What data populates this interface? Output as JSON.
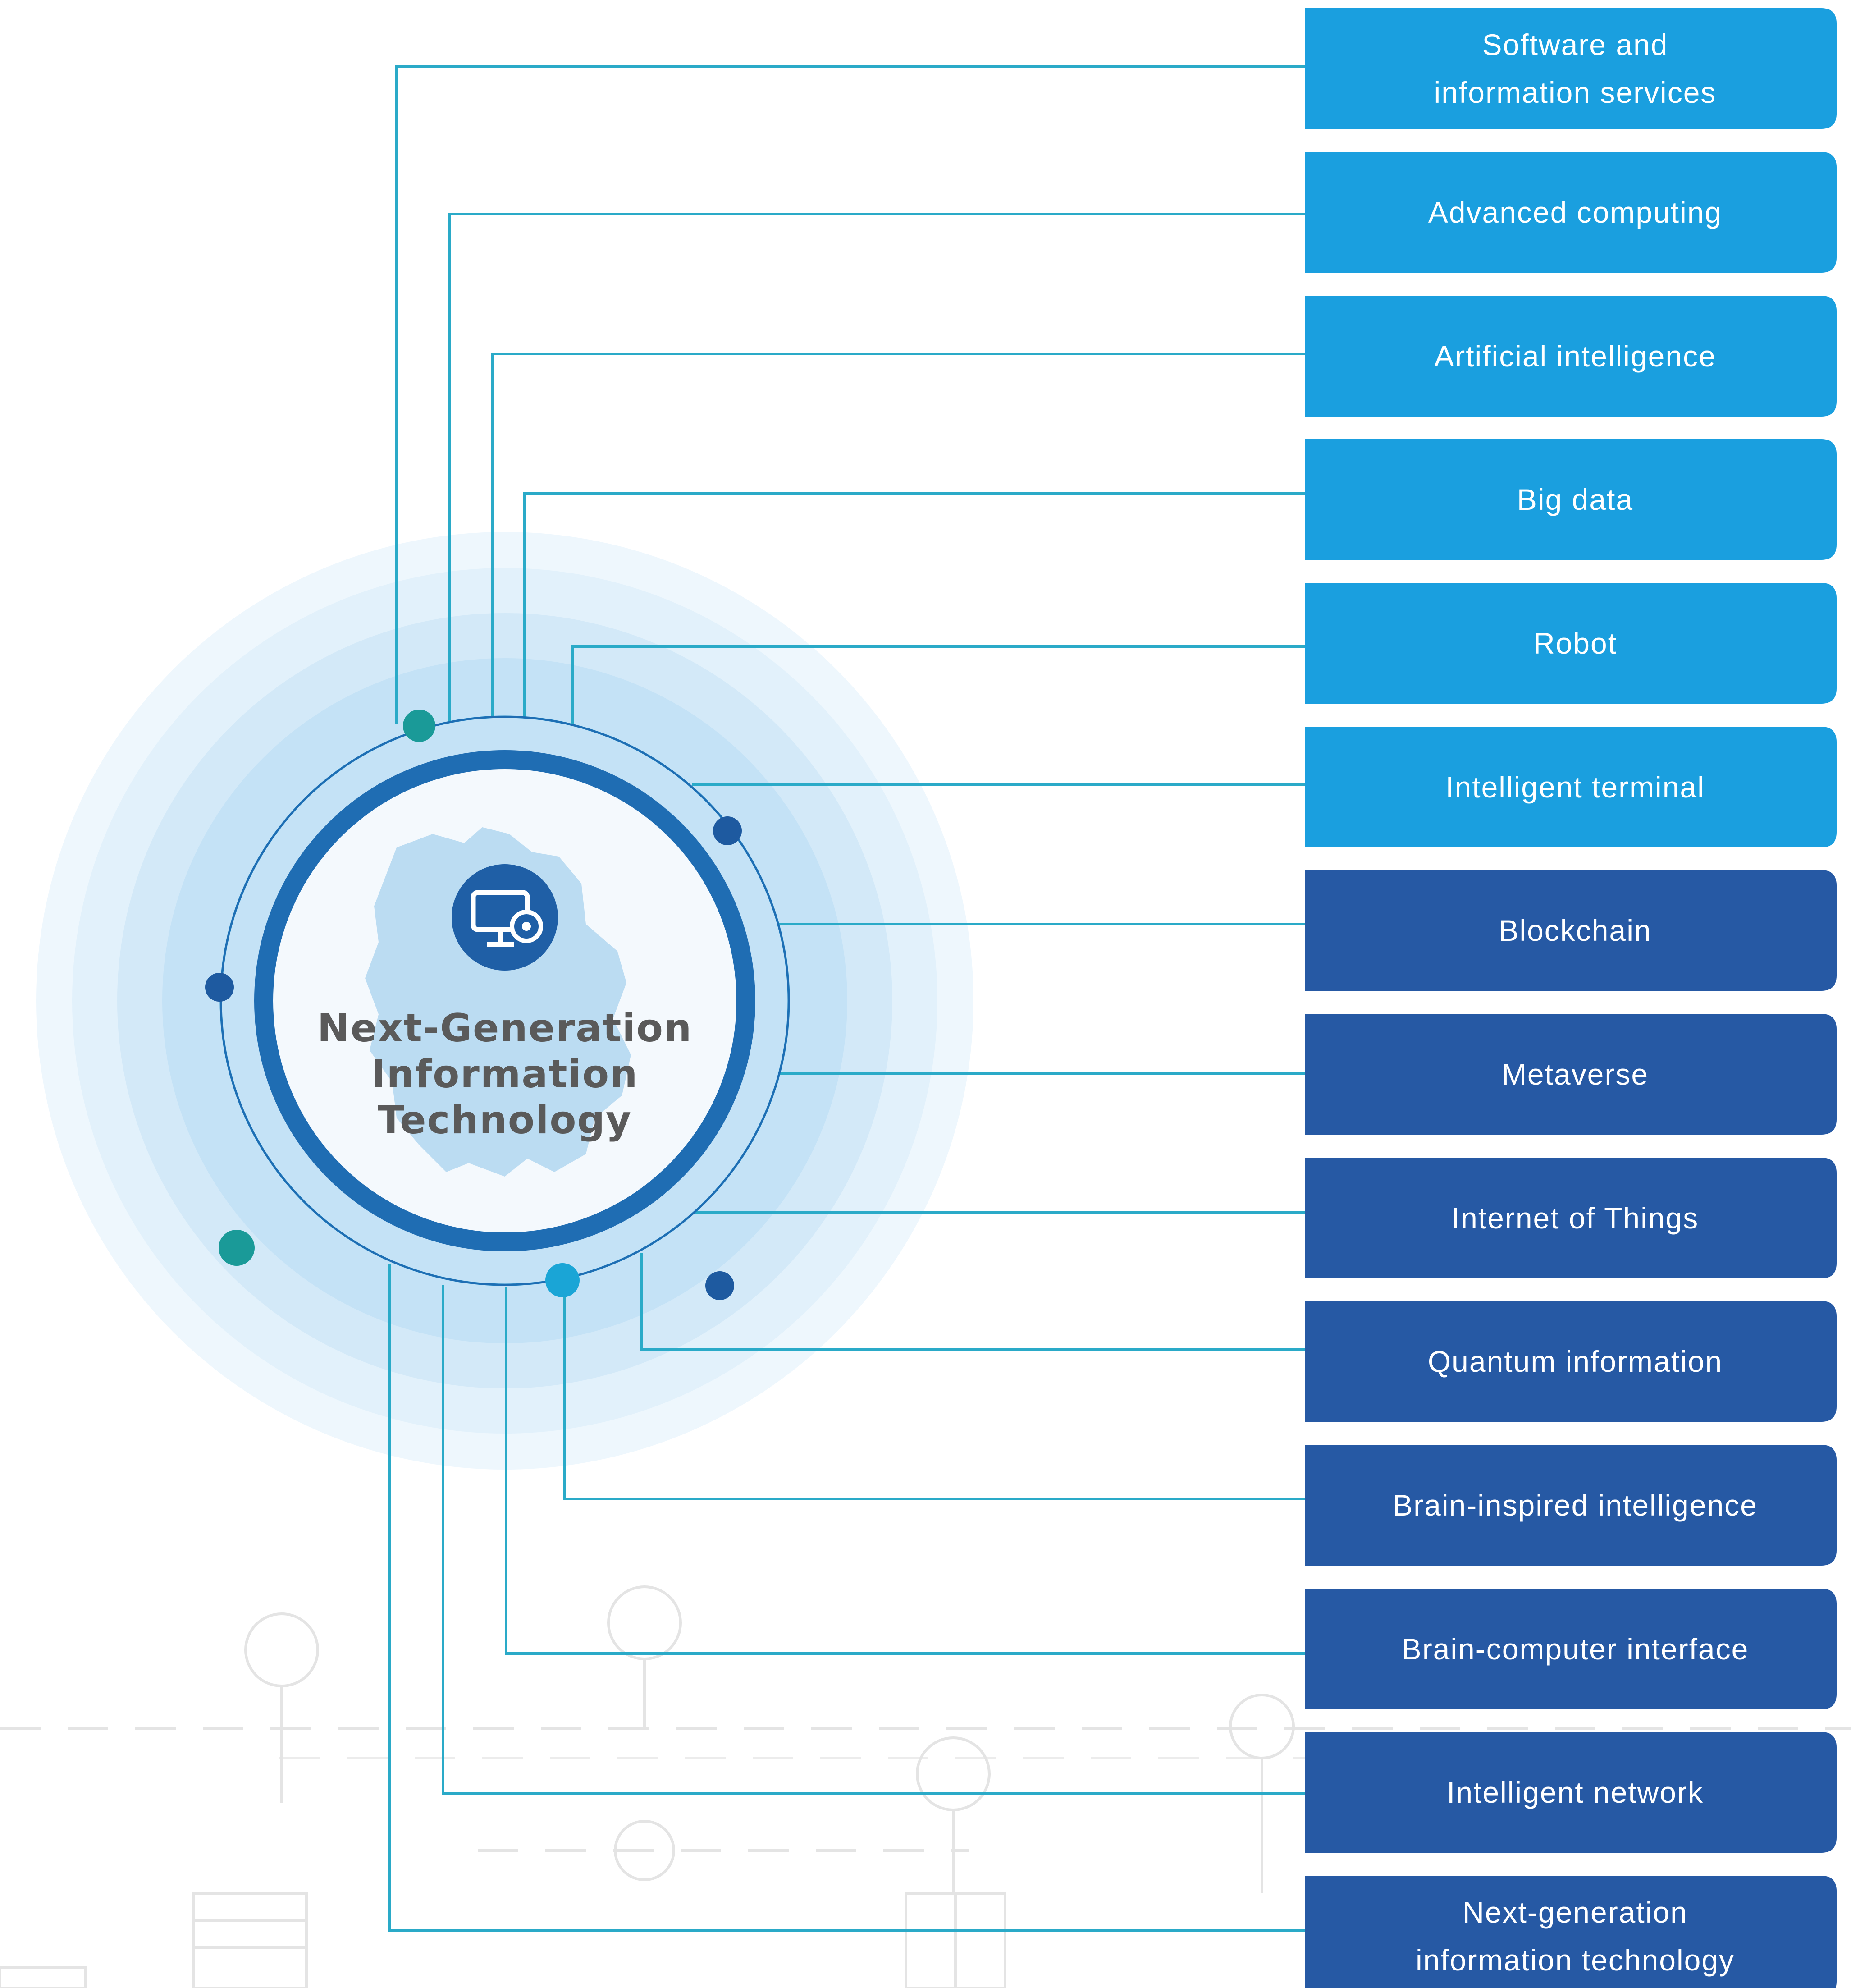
{
  "hub": {
    "title_lines": [
      "Next-Generation",
      "Information",
      "Technology"
    ],
    "icon": "computer-gear-icon"
  },
  "colors": {
    "light_box": "#1a9fdf",
    "dark_box": "#2659a4",
    "connector": "#2aaac8",
    "ring_dark": "#1f6db3",
    "dot_teal": "#1a9a98",
    "dot_navy": "#1e5aa0",
    "dot_cyan": "#1aa5d6",
    "background_pattern": "#e2e2e2"
  },
  "categories": [
    {
      "lines": [
        "Software and",
        "information services"
      ],
      "tone": "light"
    },
    {
      "lines": [
        "Advanced computing"
      ],
      "tone": "light"
    },
    {
      "lines": [
        "Artificial intelligence"
      ],
      "tone": "light"
    },
    {
      "lines": [
        "Big data"
      ],
      "tone": "light"
    },
    {
      "lines": [
        "Robot"
      ],
      "tone": "light"
    },
    {
      "lines": [
        "Intelligent terminal"
      ],
      "tone": "light"
    },
    {
      "lines": [
        "Blockchain"
      ],
      "tone": "dark"
    },
    {
      "lines": [
        "Metaverse"
      ],
      "tone": "dark"
    },
    {
      "lines": [
        "Internet of Things"
      ],
      "tone": "dark"
    },
    {
      "lines": [
        "Quantum information"
      ],
      "tone": "dark"
    },
    {
      "lines": [
        "Brain-inspired intelligence"
      ],
      "tone": "dark"
    },
    {
      "lines": [
        "Brain-computer interface"
      ],
      "tone": "dark"
    },
    {
      "lines": [
        "Intelligent network"
      ],
      "tone": "dark"
    },
    {
      "lines": [
        "Next-generation",
        "information technology"
      ],
      "tone": "dark"
    }
  ]
}
